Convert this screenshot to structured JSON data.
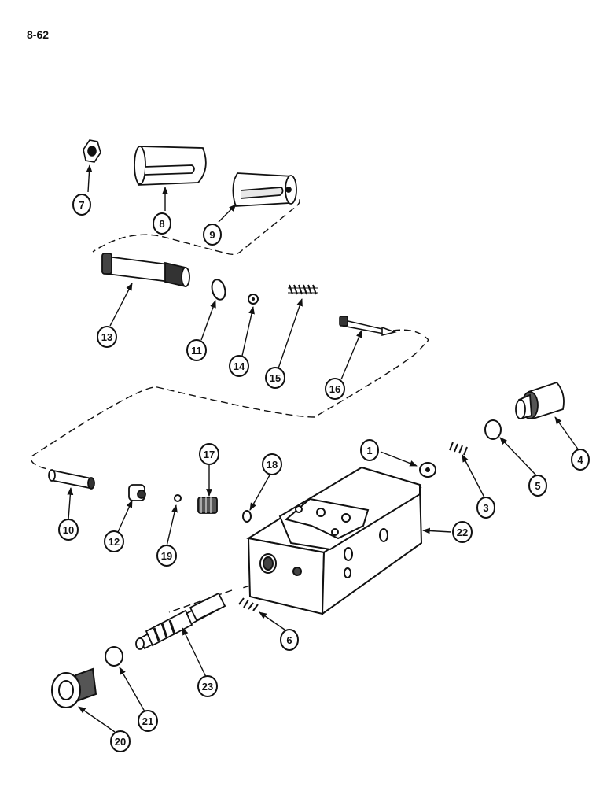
{
  "page_number": "8-62",
  "callouts": [
    "1",
    "3",
    "4",
    "5",
    "6",
    "7",
    "8",
    "9",
    "10",
    "11",
    "12",
    "13",
    "14",
    "15",
    "16",
    "17",
    "18",
    "19",
    "20",
    "21",
    "22",
    "23"
  ],
  "colors": {
    "ink": "#111111",
    "paper": "#ffffff"
  }
}
